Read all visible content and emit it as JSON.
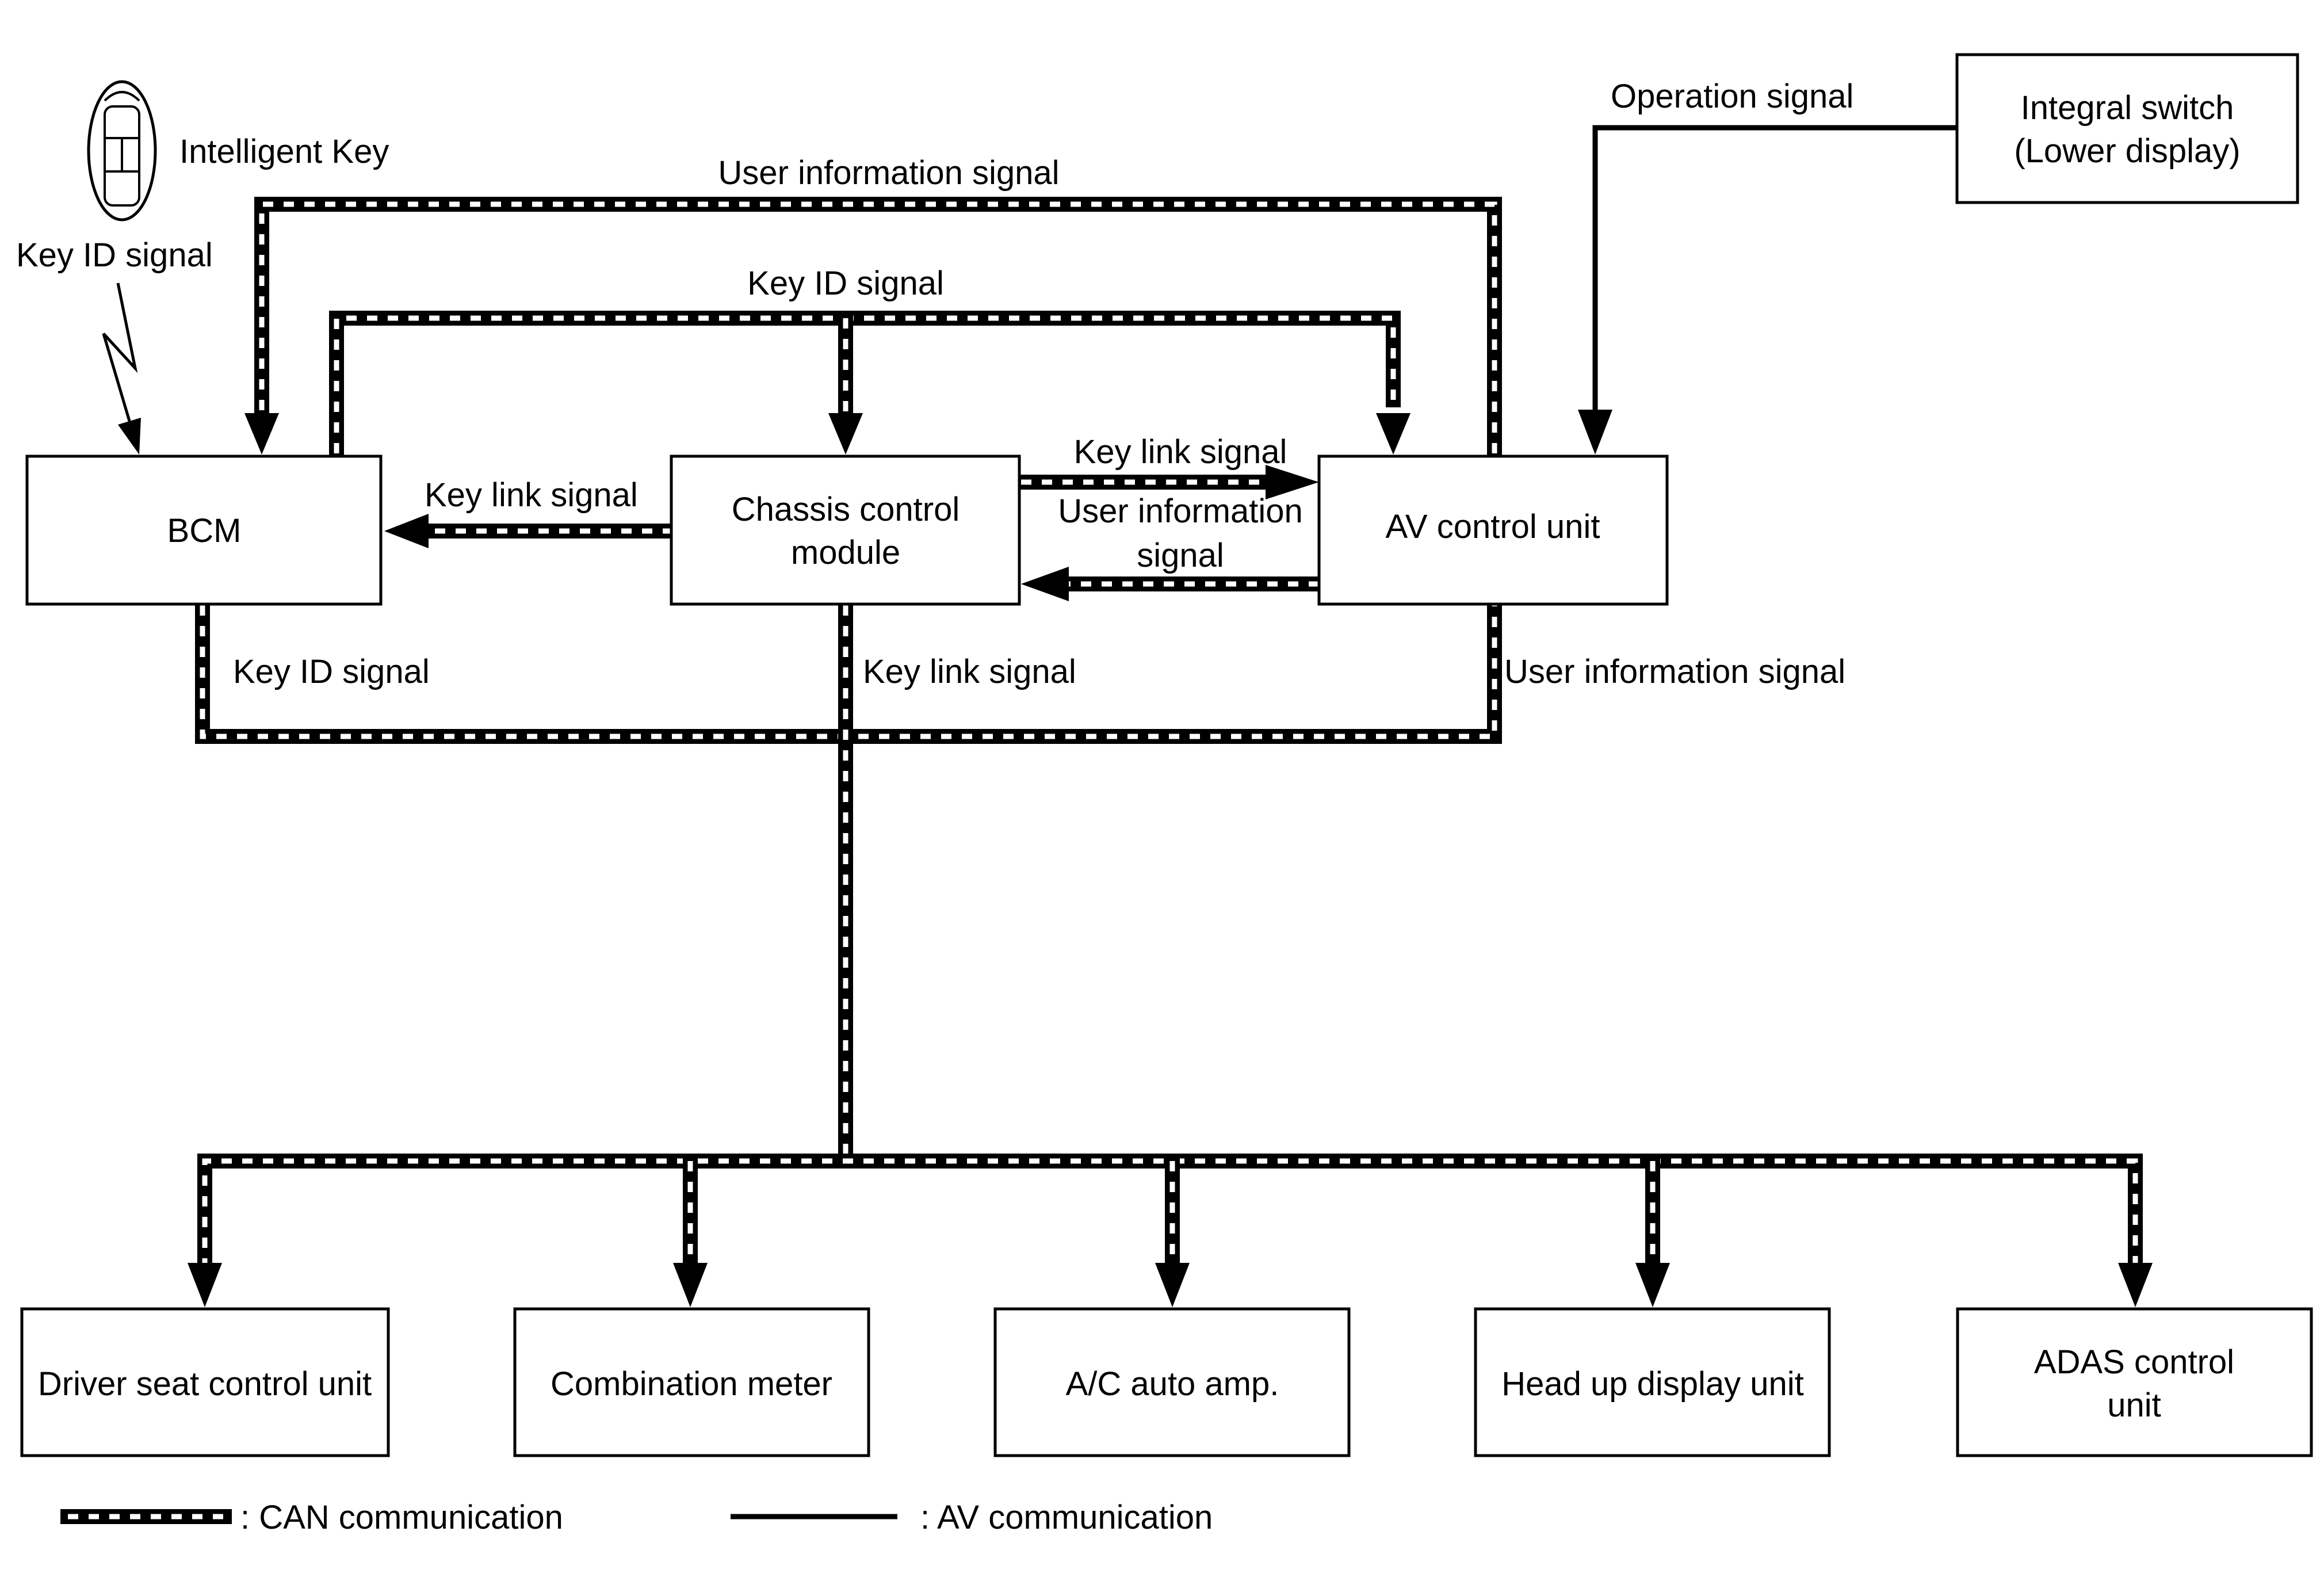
{
  "legend": {
    "can_label": ": CAN communication",
    "av_label": ": AV communication"
  },
  "boxes": {
    "bcm": [
      "BCM"
    ],
    "chassis": [
      "Chassis control",
      "module"
    ],
    "av": [
      "AV control unit"
    ],
    "integral": [
      "Integral switch",
      "(Lower display)"
    ],
    "driver_seat": [
      "Driver seat control unit"
    ],
    "combination_meter": [
      "Combination meter"
    ],
    "ac_amp": [
      "A/C auto amp."
    ],
    "hud": [
      "Head up display unit"
    ],
    "adas": [
      "ADAS control",
      "unit"
    ]
  },
  "signals": {
    "intelligent_key": "Intelligent Key",
    "key_id_wireless": "Key ID signal",
    "user_info_top": "User information signal",
    "key_id_top": "Key ID signal",
    "operation": "Operation signal",
    "key_link_bcm": "Key link signal",
    "key_link_av": "Key link signal",
    "user_info_mid": [
      "User information",
      "signal"
    ],
    "key_id_bottom": "Key ID signal",
    "key_link_bottom": "Key link signal",
    "user_info_bottom": "User information signal"
  }
}
